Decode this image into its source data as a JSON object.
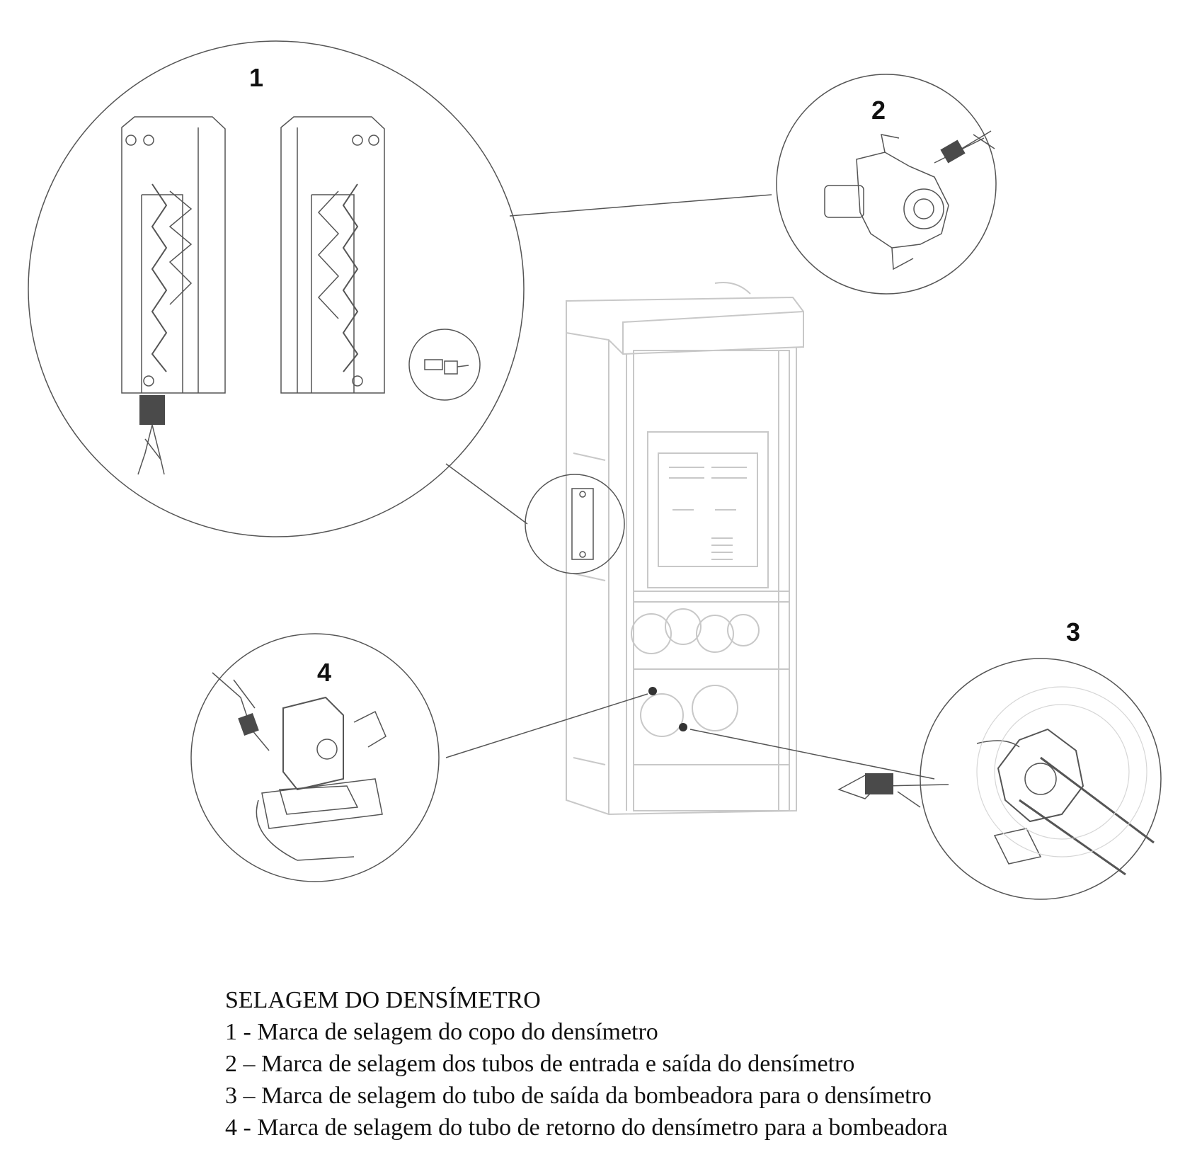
{
  "callouts": {
    "c1": "1",
    "c2": "2",
    "c3": "3",
    "c4": "4"
  },
  "caption": {
    "title": "SELAGEM DO DENSÍMETRO",
    "items": [
      "1 -  Marca de selagem do copo do densímetro",
      "2 – Marca de selagem dos tubos de entrada e saída do densímetro",
      "3 – Marca de selagem do tubo de saída da bombeadora para o densímetro",
      "4 - Marca de selagem do tubo de retorno do densímetro para a bombeadora"
    ]
  },
  "colors": {
    "line": "#555555",
    "faint": "#c8c8c8",
    "seal": "#4a4a4a"
  }
}
